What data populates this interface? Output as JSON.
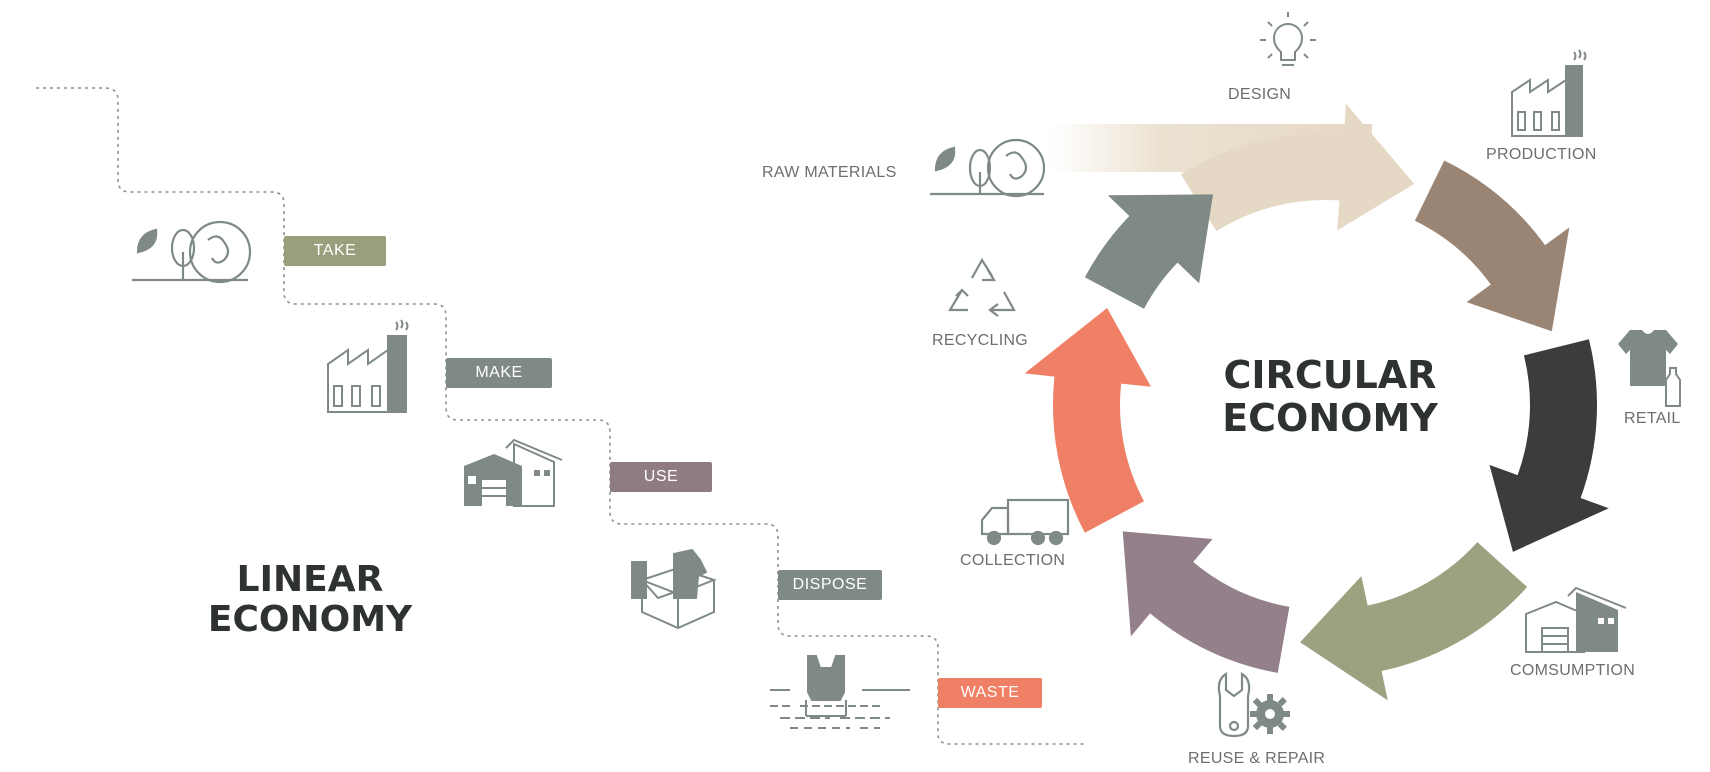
{
  "palette": {
    "take": "#9a9e7c",
    "make": "#7f8a86",
    "use": "#8f7b82",
    "dispose": "#7f8a86",
    "waste": "#ef7f65",
    "design": "#e5d8c4",
    "production": "#9a8575",
    "retail": "#3a3d3b",
    "consumption": "#9ea17f",
    "reuse": "#93808a",
    "collection": "#ef7f65",
    "recycling": "#7f8a86",
    "icon": "#7f8a86",
    "text": "#6b6f6d"
  },
  "linear": {
    "title_line1": "LINEAR",
    "title_line2": "ECONOMY",
    "steps": [
      {
        "label": "TAKE",
        "icon": "nature-globe-icon"
      },
      {
        "label": "MAKE",
        "icon": "factory-icon"
      },
      {
        "label": "USE",
        "icon": "house-garage-icon"
      },
      {
        "label": "DISPOSE",
        "icon": "open-box-icon"
      },
      {
        "label": "WASTE",
        "icon": "plastic-bag-water-icon"
      }
    ]
  },
  "circular": {
    "title_line1": "CIRCULAR",
    "title_line2": "ECONOMY",
    "stages": [
      {
        "label": "RAW MATERIALS",
        "icon": "nature-globe-icon"
      },
      {
        "label": "DESIGN",
        "icon": "lightbulb-icon"
      },
      {
        "label": "PRODUCTION",
        "icon": "factory-icon"
      },
      {
        "label": "RETAIL",
        "icon": "tshirt-bottle-icon"
      },
      {
        "label": "COMSUMPTION",
        "icon": "house-garage-icon"
      },
      {
        "label": "REUSE & REPAIR",
        "icon": "wrench-gear-icon"
      },
      {
        "label": "COLLECTION",
        "icon": "truck-icon"
      },
      {
        "label": "RECYCLING",
        "icon": "recycle-icon"
      }
    ]
  }
}
